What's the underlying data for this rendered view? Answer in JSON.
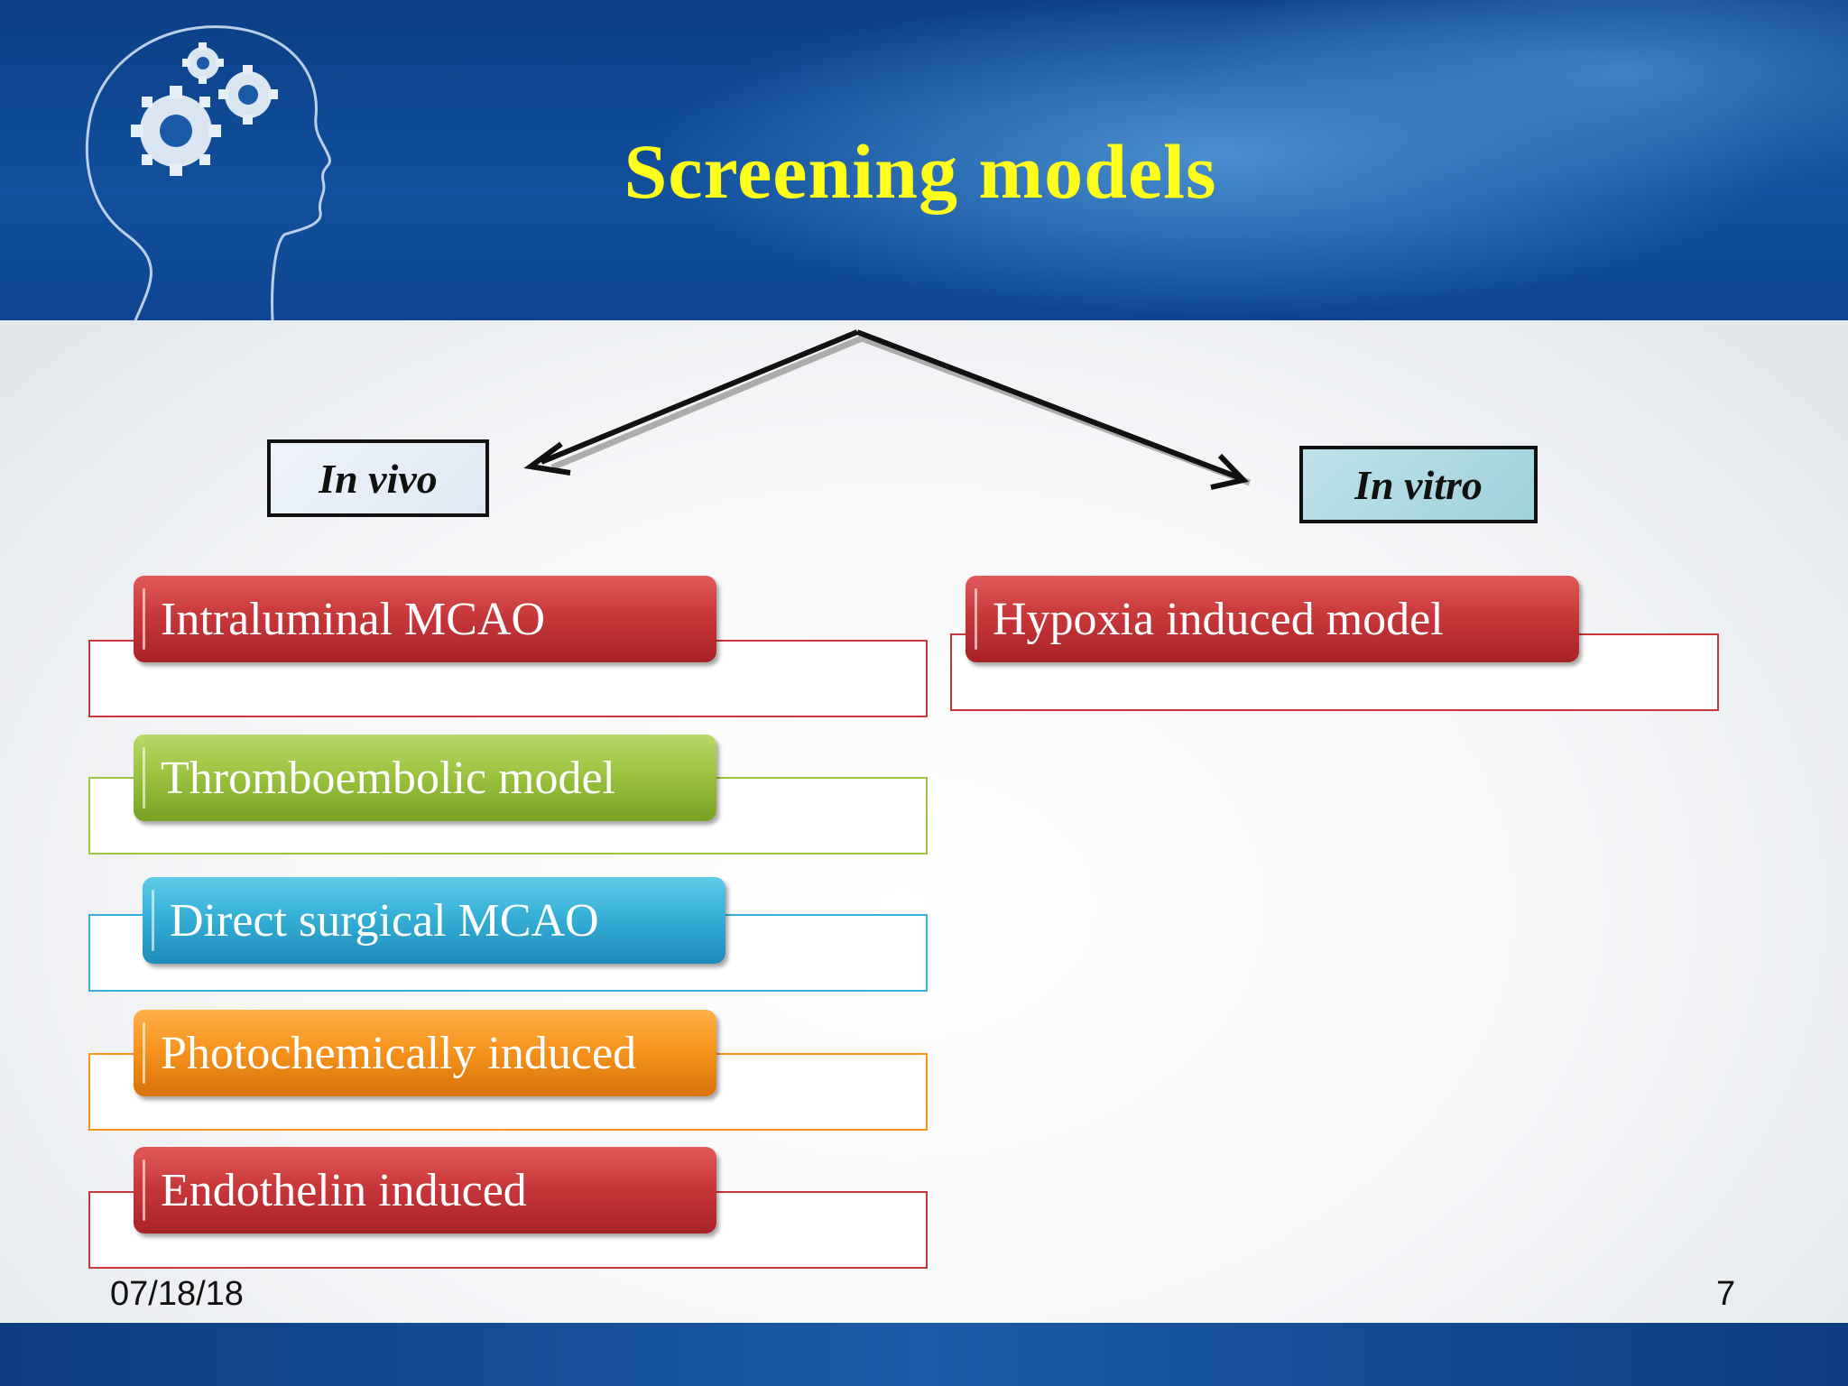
{
  "slide": {
    "title": "Screening models",
    "date": "07/18/18",
    "page_number": "7"
  },
  "categories": {
    "in_vivo": "In vivo",
    "in_vitro": "In vitro"
  },
  "in_vivo_models": [
    {
      "label": "Intraluminal MCAO",
      "color": "#c8383a"
    },
    {
      "label": "Thromboembolic model",
      "color": "#9cc440"
    },
    {
      "label": "Direct surgical MCAO",
      "color": "#36b0d8"
    },
    {
      "label": "Photochemically induced",
      "color": "#f7941d"
    },
    {
      "label": "Endothelin induced",
      "color": "#c8383a"
    }
  ],
  "in_vitro_models": [
    {
      "label": "Hypoxia induced model",
      "color": "#c8383a"
    }
  ],
  "decorations": {
    "header_art": "head-with-gears-icon"
  }
}
